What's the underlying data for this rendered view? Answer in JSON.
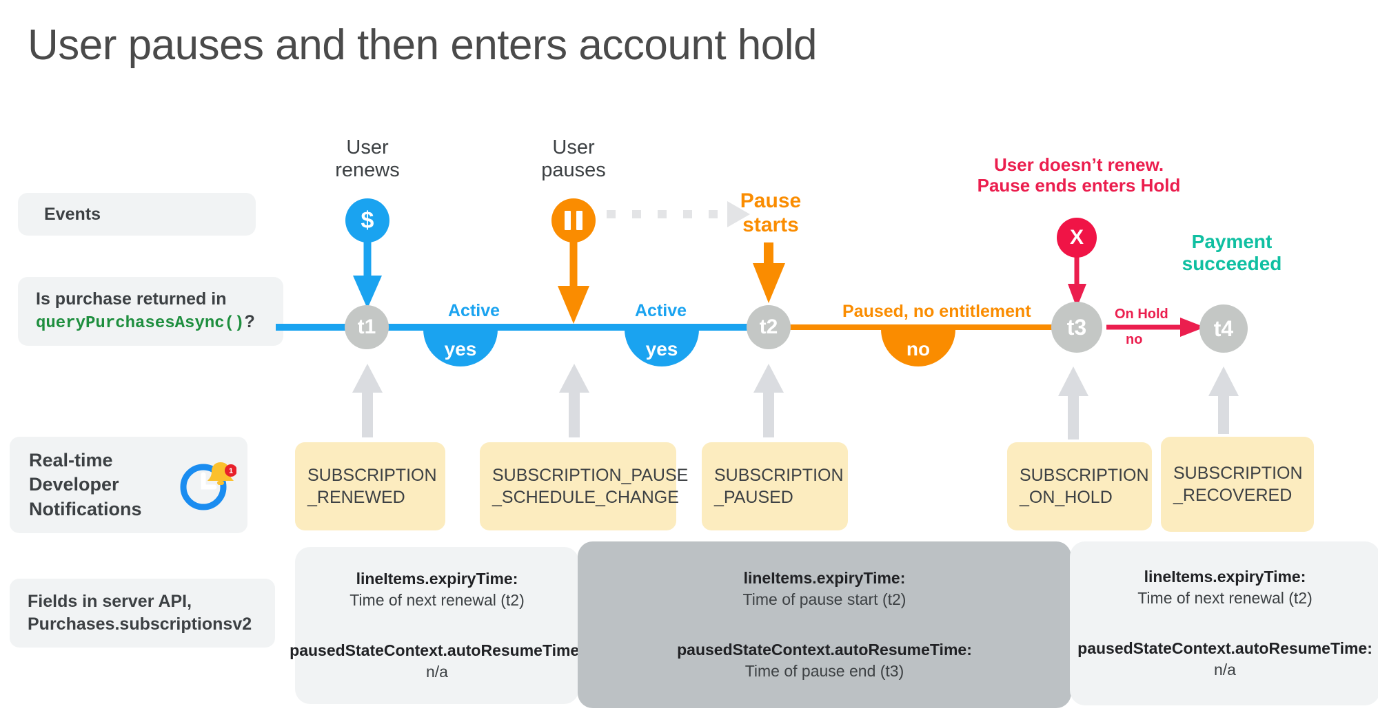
{
  "page": {
    "title": "User pauses and then enters account hold"
  },
  "colors": {
    "blue": "#1aa3f0",
    "orange": "#fa8c00",
    "pink": "#eb1e4e",
    "pink_dot": "#f01446",
    "teal": "#0fbfa1",
    "node_gray": "#c4c7c5",
    "chip_gray": "#f1f3f4",
    "note_yellow": "#fcecbf",
    "field_dark": "#bcc1c4",
    "code_green": "#1e8e3e"
  },
  "row_labels": {
    "events": "Events",
    "purchase_line1": "Is purchase returned in",
    "purchase_code": "queryPurchasesAsync()",
    "purchase_suffix": "?",
    "rtdn": "Real-time\nDeveloper\nNotifications",
    "rtdn_icon": "clock-bell-icon",
    "rtdn_badge": "1",
    "fields": "Fields in server API,\nPurchases.subscriptionsv2"
  },
  "events": [
    {
      "label": "User\nrenews",
      "glyph": "$",
      "color": "blue",
      "icon": "dollar-icon"
    },
    {
      "label": "User\npauses",
      "glyph": "||",
      "color": "orange",
      "icon": "pause-icon"
    },
    {
      "label": "Pause\nstarts",
      "color": "orange",
      "icon": "pause-starts-arrow-icon"
    },
    {
      "label": "User doesn’t renew.\nPause ends enters Hold",
      "glyph": "X",
      "color": "pink",
      "icon": "x-icon"
    },
    {
      "label": "Payment\nsucceeded",
      "color": "teal",
      "icon": "payment-succeeded-label"
    }
  ],
  "timeline": {
    "nodes": [
      {
        "id": "t1",
        "label": "t1"
      },
      {
        "id": "t2",
        "label": "t2"
      },
      {
        "id": "t3",
        "label": "t3"
      },
      {
        "id": "t4",
        "label": "t4"
      }
    ],
    "segments": [
      {
        "state": "Active",
        "answer": "yes",
        "color": "blue"
      },
      {
        "state": "Active",
        "answer": "yes",
        "color": "blue"
      },
      {
        "state": "Paused, no entitlement",
        "answer": "no",
        "color": "orange"
      },
      {
        "state": "On Hold",
        "answer": "no",
        "color": "pink"
      }
    ]
  },
  "notifications": [
    "SUBSCRIPTION\n_RENEWED",
    "SUBSCRIPTION_PAUSE\n_SCHEDULE_CHANGE",
    "SUBSCRIPTION\n_PAUSED",
    "SUBSCRIPTION\n_ON_HOLD",
    "SUBSCRIPTION\n_RECOVERED"
  ],
  "fields": [
    {
      "key1": "lineItems.expiryTime:",
      "val1": "Time of next renewal (t2)",
      "key2": "pausedStateContext.autoResumeTime:",
      "val2": "n/a"
    },
    {
      "key1": "lineItems.expiryTime:",
      "val1": "Time of pause start (t2)",
      "key2": "pausedStateContext.autoResumeTime:",
      "val2": "Time of pause end (t3)"
    },
    {
      "key1": "lineItems.expiryTime:",
      "val1": "Time of next renewal (t2)",
      "key2": "pausedStateContext.autoResumeTime:",
      "val2": "n/a"
    }
  ]
}
